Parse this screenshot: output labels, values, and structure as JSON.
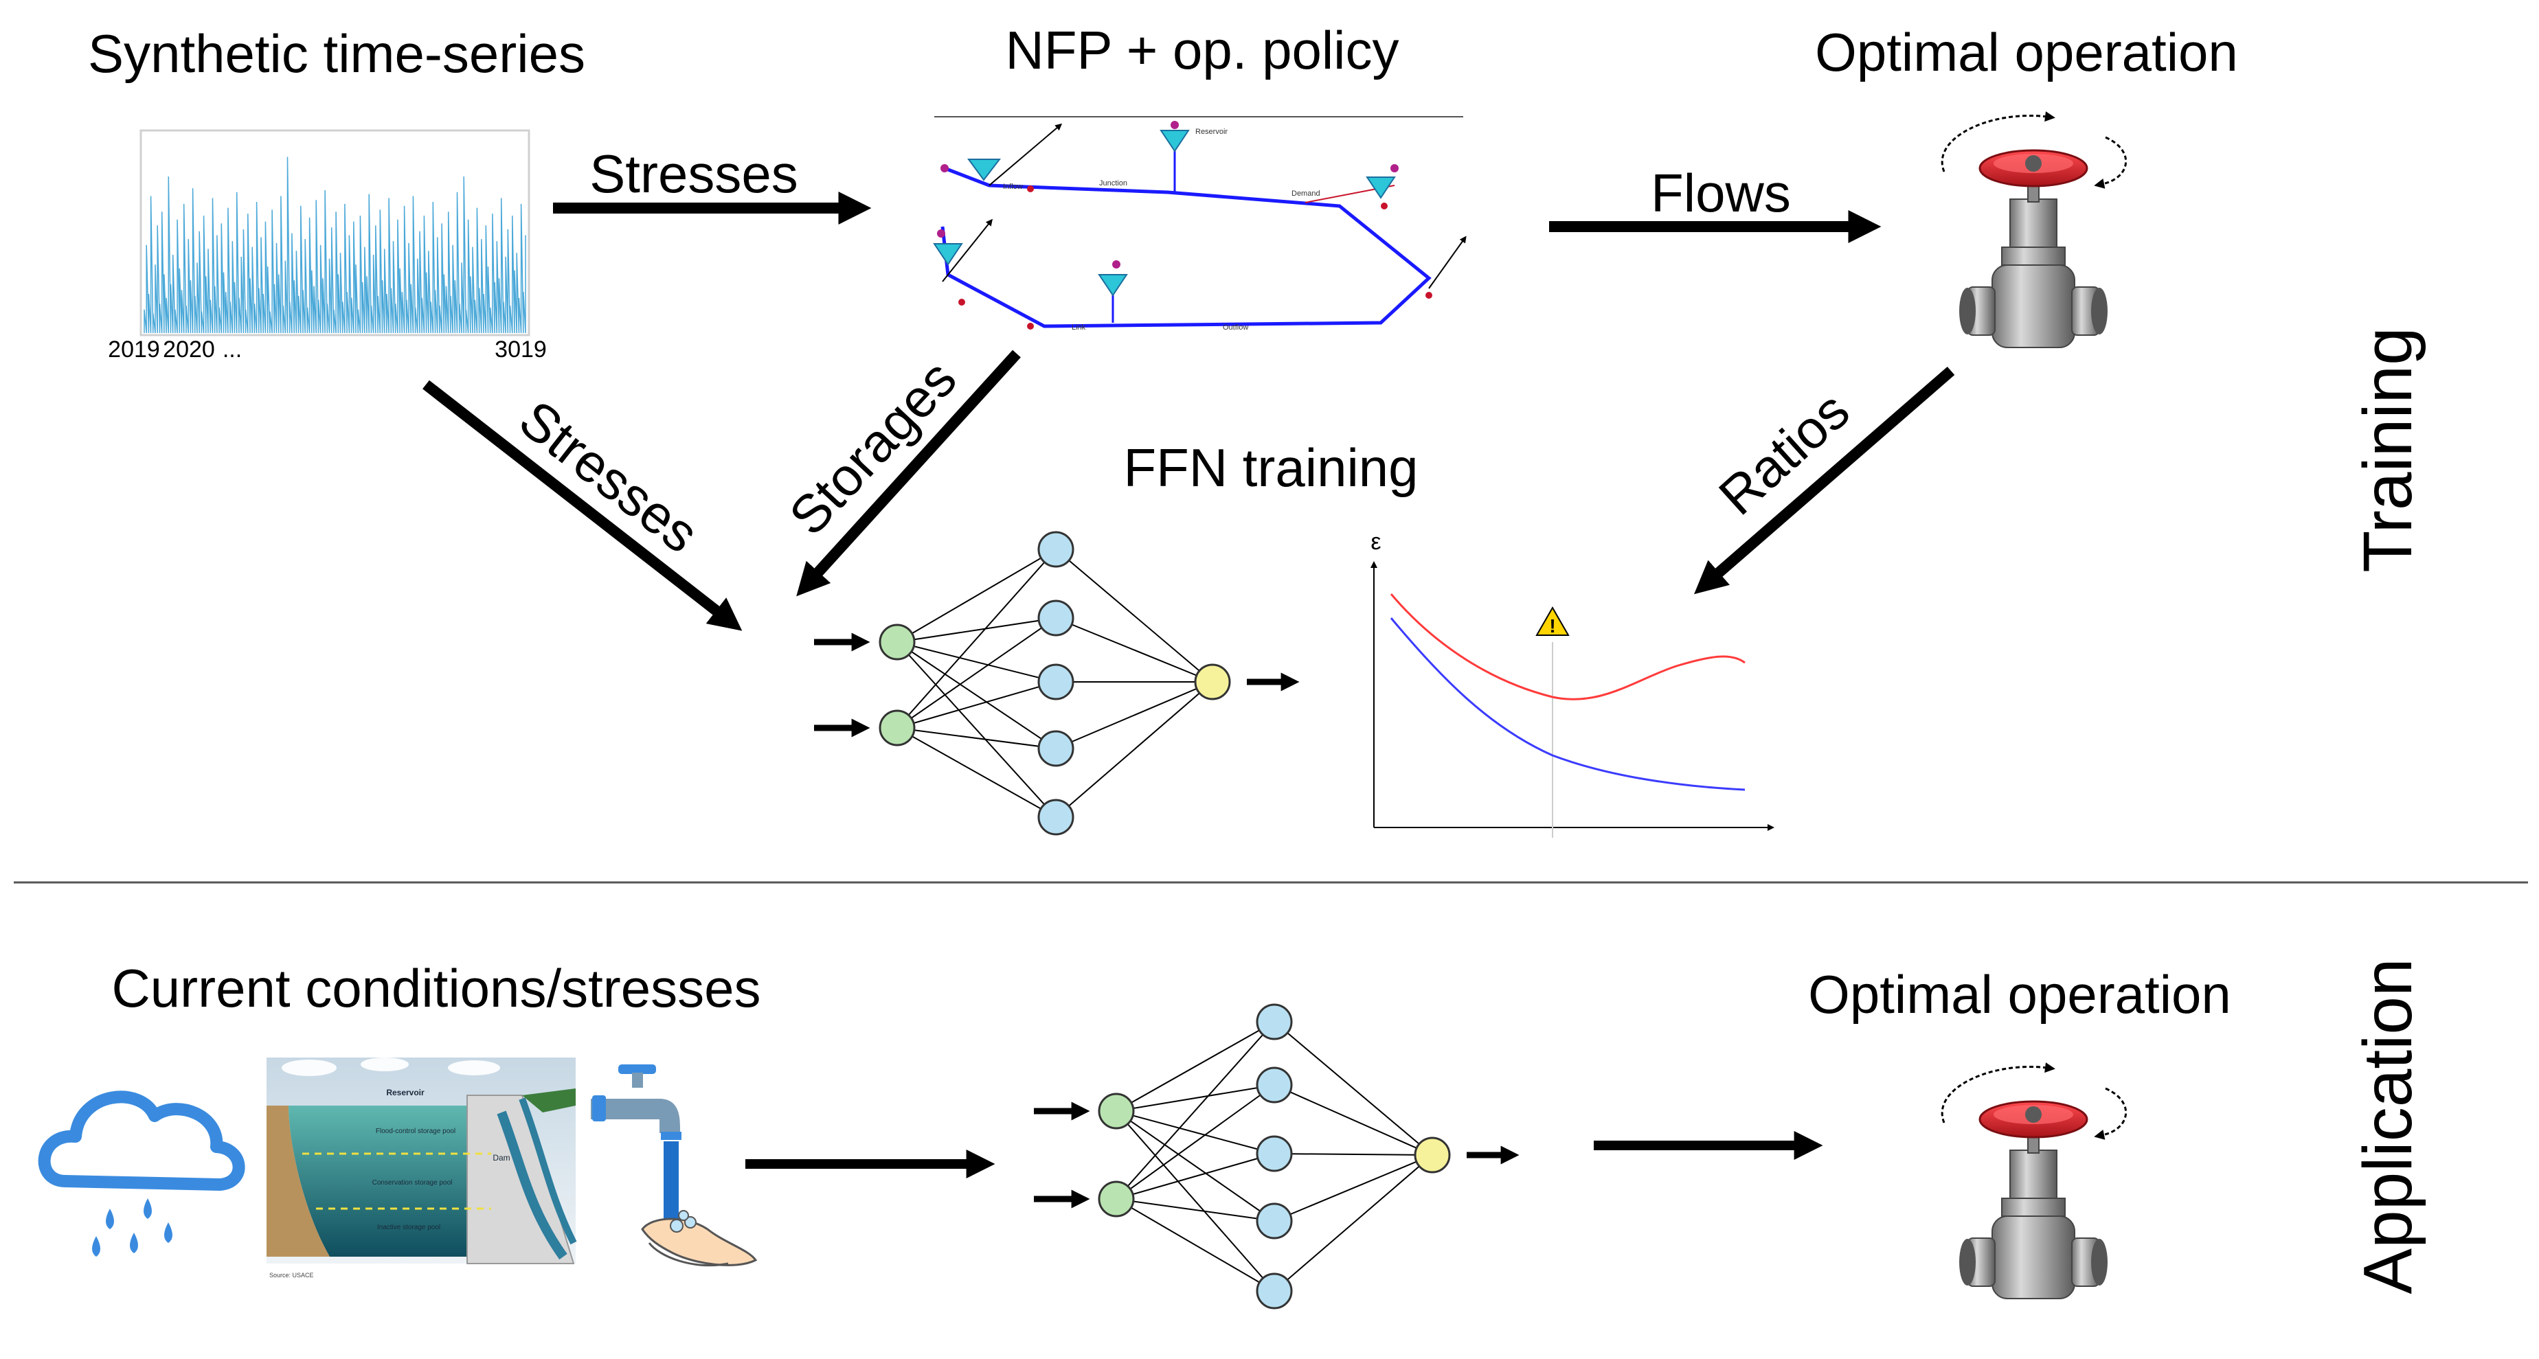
{
  "training": {
    "side_label": "Training",
    "synthetic_title": "Synthetic time-series",
    "timeseries_ticks": [
      "2019",
      "2020",
      "...",
      "3019"
    ],
    "nfp_title": "NFP + op. policy",
    "optimal_title": "Optimal operation",
    "ffn_title": "FFN training",
    "arrow_labels": {
      "stresses_top": "Stresses",
      "flows": "Flows",
      "stresses_diag": "Stresses",
      "storages": "Storages",
      "ratios": "Ratios"
    },
    "plot_ylabel": "ε",
    "warning_glyph": "!",
    "timeseries_values": [
      0.12,
      0.45,
      0.2,
      0.7,
      0.1,
      0.35,
      0.55,
      0.15,
      0.62,
      0.3,
      0.18,
      0.8,
      0.25,
      0.4,
      0.12,
      0.58,
      0.33,
      0.22,
      0.66,
      0.14,
      0.48,
      0.27,
      0.74,
      0.19,
      0.36,
      0.52,
      0.11,
      0.6,
      0.29,
      0.43,
      0.17,
      0.69,
      0.24,
      0.5,
      0.13,
      0.56,
      0.31,
      0.21,
      0.64,
      0.16,
      0.47,
      0.26,
      0.72,
      0.18,
      0.39,
      0.53,
      0.12,
      0.61,
      0.28,
      0.44,
      0.15,
      0.67,
      0.23,
      0.49,
      0.2,
      0.57,
      0.34,
      0.11,
      0.63,
      0.25,
      0.46,
      0.3,
      0.7,
      0.14,
      0.37,
      0.9,
      0.16,
      0.51,
      0.27,
      0.42,
      0.19,
      0.65,
      0.22,
      0.48,
      0.13,
      0.59,
      0.32,
      0.24,
      0.68,
      0.17,
      0.45,
      0.28,
      0.73,
      0.15,
      0.38,
      0.54,
      0.12,
      0.62,
      0.3,
      0.41,
      0.16,
      0.66,
      0.21,
      0.5,
      0.18,
      0.57,
      0.35,
      0.12,
      0.6,
      0.26,
      0.44,
      0.29,
      0.71,
      0.14,
      0.4,
      0.55,
      0.19,
      0.63,
      0.27,
      0.43,
      0.2,
      0.69,
      0.23,
      0.47,
      0.15,
      0.58,
      0.33,
      0.21,
      0.65,
      0.17,
      0.46,
      0.25,
      0.7,
      0.13,
      0.38,
      0.52,
      0.18,
      0.6,
      0.31,
      0.42,
      0.16,
      0.67,
      0.22,
      0.49,
      0.14,
      0.56,
      0.3,
      0.24,
      0.62,
      0.19,
      0.45,
      0.27,
      0.72,
      0.15,
      0.36,
      0.8,
      0.12,
      0.58,
      0.29,
      0.44,
      0.17,
      0.64,
      0.23,
      0.48,
      0.2,
      0.55,
      0.34,
      0.13,
      0.61,
      0.26,
      0.47,
      0.28,
      0.69,
      0.16,
      0.39,
      0.53,
      0.14,
      0.6,
      0.32,
      0.41,
      0.18,
      0.66,
      0.21,
      0.5
    ]
  },
  "application": {
    "side_label": "Application",
    "current_title": "Current conditions/stresses",
    "optimal_title": "Optimal operation",
    "reservoir_labels": [
      "Reservoir",
      "Flood-control storage pool",
      "Dam",
      "Conservation storage pool",
      "Inactive storage pool",
      "Source: USACE"
    ]
  },
  "nfp_labels": [
    "Inflow",
    "Reservoir",
    "Junction",
    "Demand",
    "Outflow",
    "Link"
  ],
  "colors": {
    "network_blue": "#1a1aff",
    "node_green": "#b9e4b1",
    "node_blue": "#b8e0f2",
    "node_yellow": "#f6f29b",
    "timeseries": "#4aa8d8",
    "loss_train": "#3b3bff",
    "loss_valid": "#ff3b3b",
    "valve_red": "#d8232a",
    "icon_blue": "#3a8bdf"
  }
}
